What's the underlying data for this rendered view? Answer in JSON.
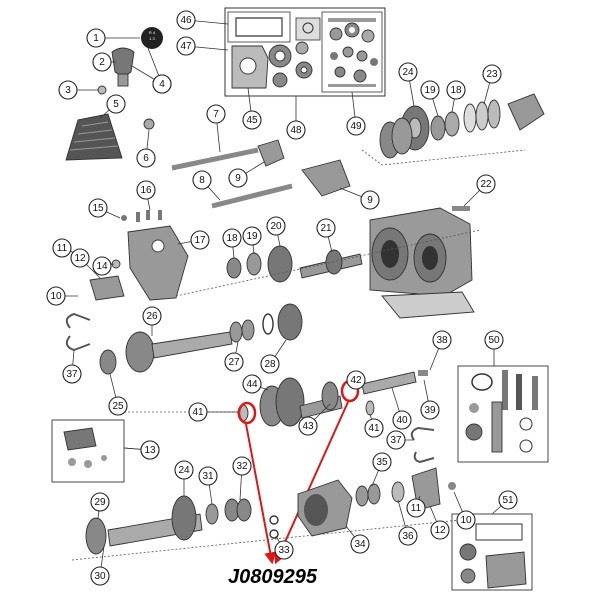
{
  "part_number": "J0809295",
  "colors": {
    "highlight": "#e01515",
    "line": "#333333",
    "part_dark": "#555555",
    "part_mid": "#8a8a8a",
    "part_light": "#c8c8c8",
    "background": "#ffffff"
  },
  "callouts": [
    {
      "label": "1"
    },
    {
      "label": "2"
    },
    {
      "label": "3"
    },
    {
      "label": "4"
    },
    {
      "label": "5"
    },
    {
      "label": "6"
    },
    {
      "label": "7"
    },
    {
      "label": "8"
    },
    {
      "label": "9"
    },
    {
      "label": "9"
    },
    {
      "label": "10"
    },
    {
      "label": "11"
    },
    {
      "label": "12"
    },
    {
      "label": "13"
    },
    {
      "label": "14"
    },
    {
      "label": "15"
    },
    {
      "label": "16"
    },
    {
      "label": "17"
    },
    {
      "label": "18"
    },
    {
      "label": "19"
    },
    {
      "label": "20"
    },
    {
      "label": "21"
    },
    {
      "label": "22"
    },
    {
      "label": "23"
    },
    {
      "label": "24"
    },
    {
      "label": "18"
    },
    {
      "label": "19"
    },
    {
      "label": "25"
    },
    {
      "label": "26"
    },
    {
      "label": "27"
    },
    {
      "label": "28"
    },
    {
      "label": "37"
    },
    {
      "label": "38"
    },
    {
      "label": "39"
    },
    {
      "label": "40"
    },
    {
      "label": "41"
    },
    {
      "label": "41"
    },
    {
      "label": "42"
    },
    {
      "label": "43"
    },
    {
      "label": "44"
    },
    {
      "label": "45"
    },
    {
      "label": "46"
    },
    {
      "label": "47"
    },
    {
      "label": "48"
    },
    {
      "label": "49"
    },
    {
      "label": "50"
    },
    {
      "label": "13"
    },
    {
      "label": "37"
    },
    {
      "label": "24"
    },
    {
      "label": "31"
    },
    {
      "label": "32"
    },
    {
      "label": "29"
    },
    {
      "label": "30"
    },
    {
      "label": "33"
    },
    {
      "label": "34"
    },
    {
      "label": "35"
    },
    {
      "label": "36"
    },
    {
      "label": "11"
    },
    {
      "label": "12"
    },
    {
      "label": "10"
    },
    {
      "label": "51"
    },
    {
      "label": "4"
    }
  ]
}
